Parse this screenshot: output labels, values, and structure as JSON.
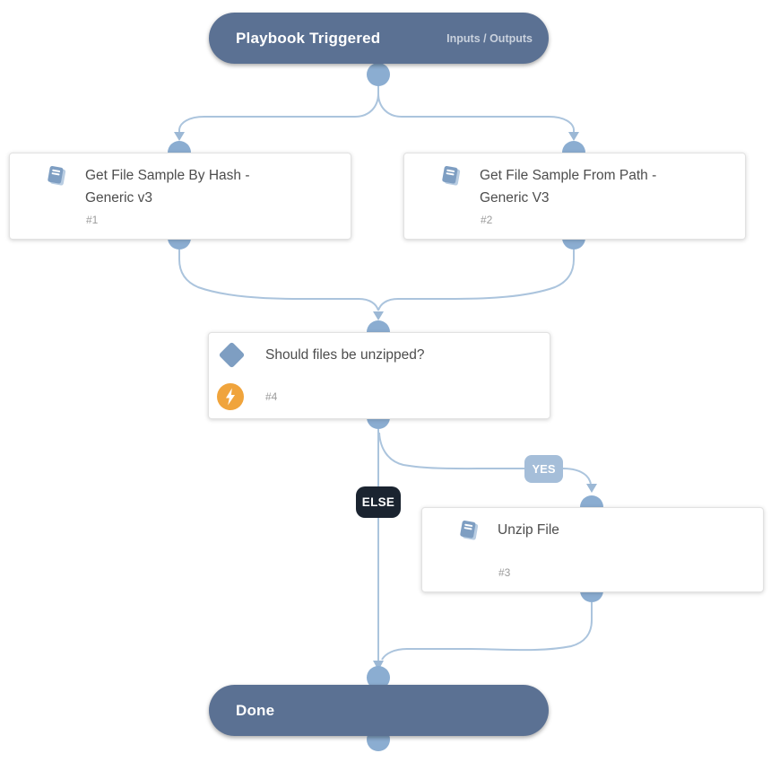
{
  "colors": {
    "pill_bg": "#5b7193",
    "pill_link": "#c9d1dd",
    "node_border": "#e2e2e2",
    "title_text": "#4d4d4d",
    "id_text": "#9b9b9b",
    "wire": "#abc4dd",
    "arrow": "#9cb8d5",
    "dot": "#8badd1",
    "yes_bg": "#a5bed9",
    "else_bg": "#1b2430",
    "bolt_bg": "#f0a43c",
    "icon_blue": "#7e9ec2",
    "icon_blue_light": "#b9cde2"
  },
  "trigger": {
    "title": "Playbook Triggered",
    "link": "Inputs / Outputs"
  },
  "tasks": {
    "task1": {
      "title": "Get File Sample By Hash - Generic v3",
      "id": "#1",
      "icon": "book-icon"
    },
    "task2": {
      "title": "Get File Sample From Path - Generic V3",
      "id": "#2",
      "icon": "book-icon"
    },
    "condition": {
      "title": "Should files be unzipped?",
      "id": "#4",
      "icons": [
        "diamond-icon",
        "bolt-icon"
      ]
    },
    "task3": {
      "title": "Unzip File",
      "id": "#3",
      "icon": "book-icon"
    }
  },
  "branches": {
    "yes": "YES",
    "else": "ELSE"
  },
  "done": {
    "title": "Done"
  }
}
